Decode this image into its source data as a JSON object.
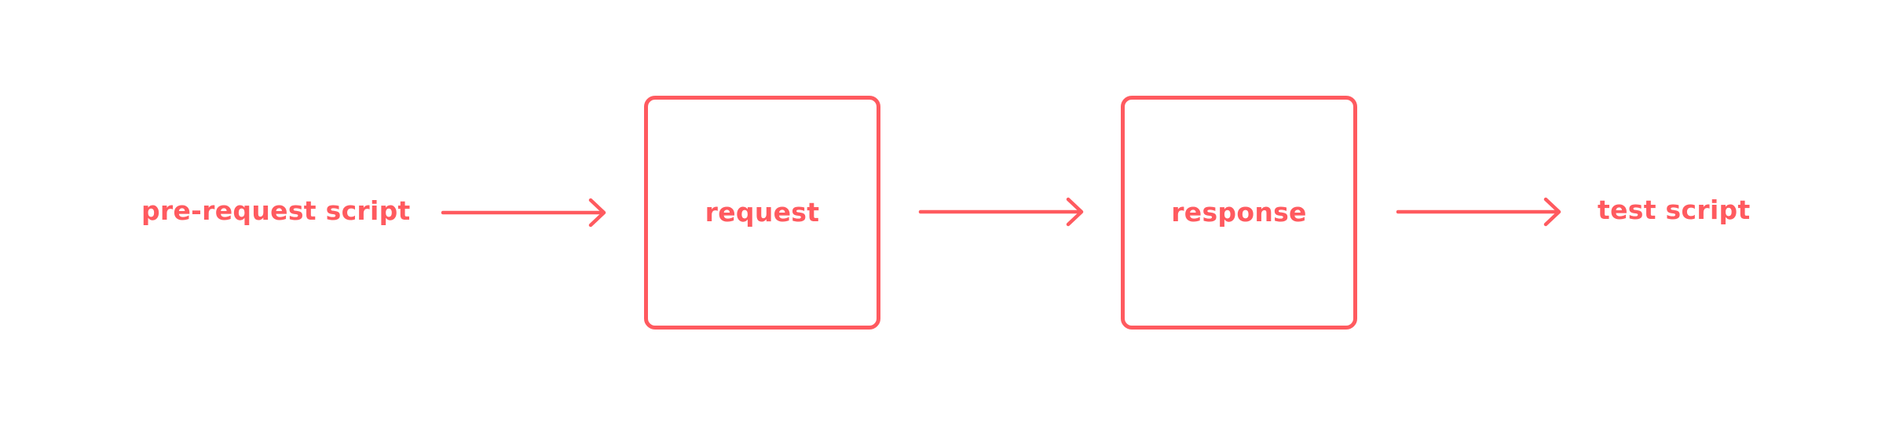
{
  "colors": {
    "accent": "#FF5A5F",
    "background": "#FFFFFF"
  },
  "diagram": {
    "type": "flow",
    "direction": "left-to-right",
    "nodes": [
      {
        "id": "pre_request_script",
        "label": "pre-request script",
        "shape": "text"
      },
      {
        "id": "request",
        "label": "request",
        "shape": "rounded-box"
      },
      {
        "id": "response",
        "label": "response",
        "shape": "rounded-box"
      },
      {
        "id": "test_script",
        "label": "test script",
        "shape": "text"
      }
    ],
    "edges": [
      {
        "from": "pre_request_script",
        "to": "request",
        "icon": "arrow-right-icon"
      },
      {
        "from": "request",
        "to": "response",
        "icon": "arrow-right-icon"
      },
      {
        "from": "response",
        "to": "test_script",
        "icon": "arrow-right-icon"
      }
    ]
  }
}
